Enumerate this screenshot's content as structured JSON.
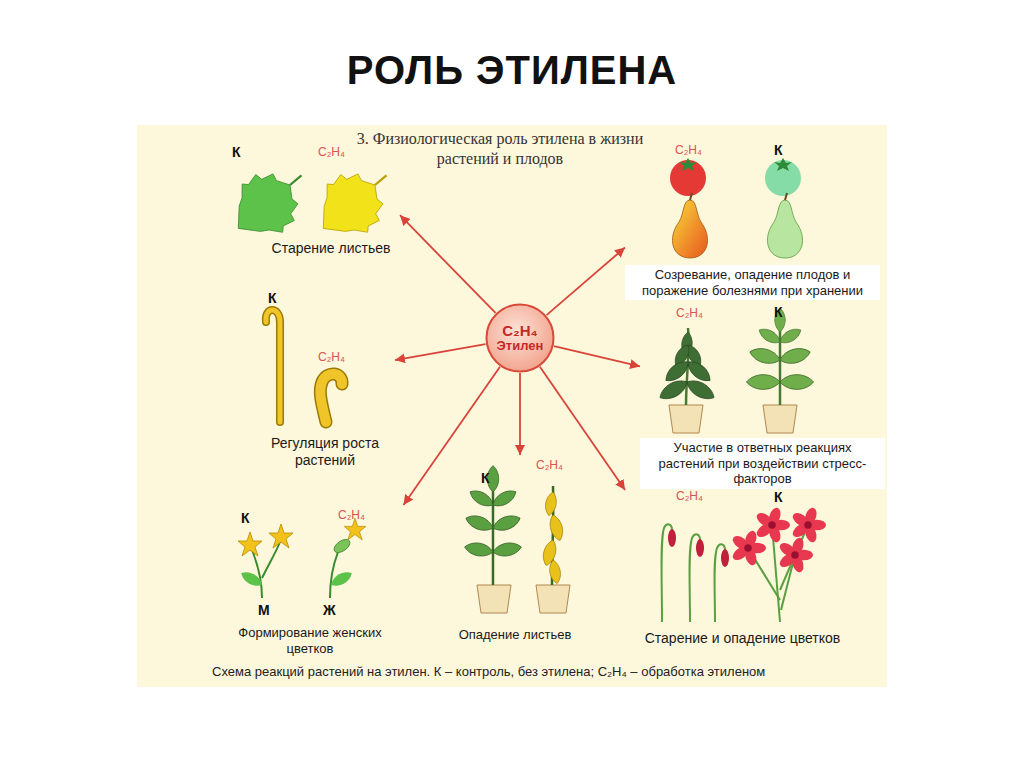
{
  "diagram": {
    "title": "РОЛЬ ЭТИЛЕНА",
    "caption": "Схема реакций растений на этилен. К – контроль, без этилена; C₂H₄ – обработка этиленом",
    "nodes": [
      {
        "text": [
          "C₂H₄",
          "Этилен"
        ]
      },
      {
        "text": [
          "Старение листьев"
        ]
      },
      {
        "text": [
          "Созревание, опадение плодов и поражение болезнями при хранении"
        ]
      },
      {
        "text": [
          "Регуляция роста растений"
        ]
      },
      {
        "text": [
          "Участие в ответных реакциях растений при воздействии стресс-факторов"
        ]
      },
      {
        "text": [
          "Формирование женских цветков"
        ]
      },
      {
        "text": [
          "Опадение листьев"
        ]
      },
      {
        "text": [
          "Старение и опадение цветков"
        ]
      }
    ],
    "edges": [
      {
        "from": 0,
        "to": 1,
        "arrow": "to"
      },
      {
        "from": 0,
        "to": 2,
        "arrow": "to"
      },
      {
        "from": 0,
        "to": 3,
        "arrow": "to"
      },
      {
        "from": 0,
        "to": 4,
        "arrow": "to"
      },
      {
        "from": 0,
        "to": 5,
        "arrow": "to"
      },
      {
        "from": 0,
        "to": 6,
        "arrow": "to"
      },
      {
        "from": 0,
        "to": 7,
        "arrow": "to"
      }
    ],
    "labels": [
      "3. Физиологическая роль этилена в жизни растений и плодов",
      "К",
      "C₂H₄",
      "C₂H₄",
      "К",
      "К",
      "C₂H₄",
      "C₂H₄",
      "К",
      "К",
      "C₂H₄",
      "М",
      "Ж",
      "К",
      "C₂H₄",
      "C₂H₄",
      "К"
    ]
  }
}
